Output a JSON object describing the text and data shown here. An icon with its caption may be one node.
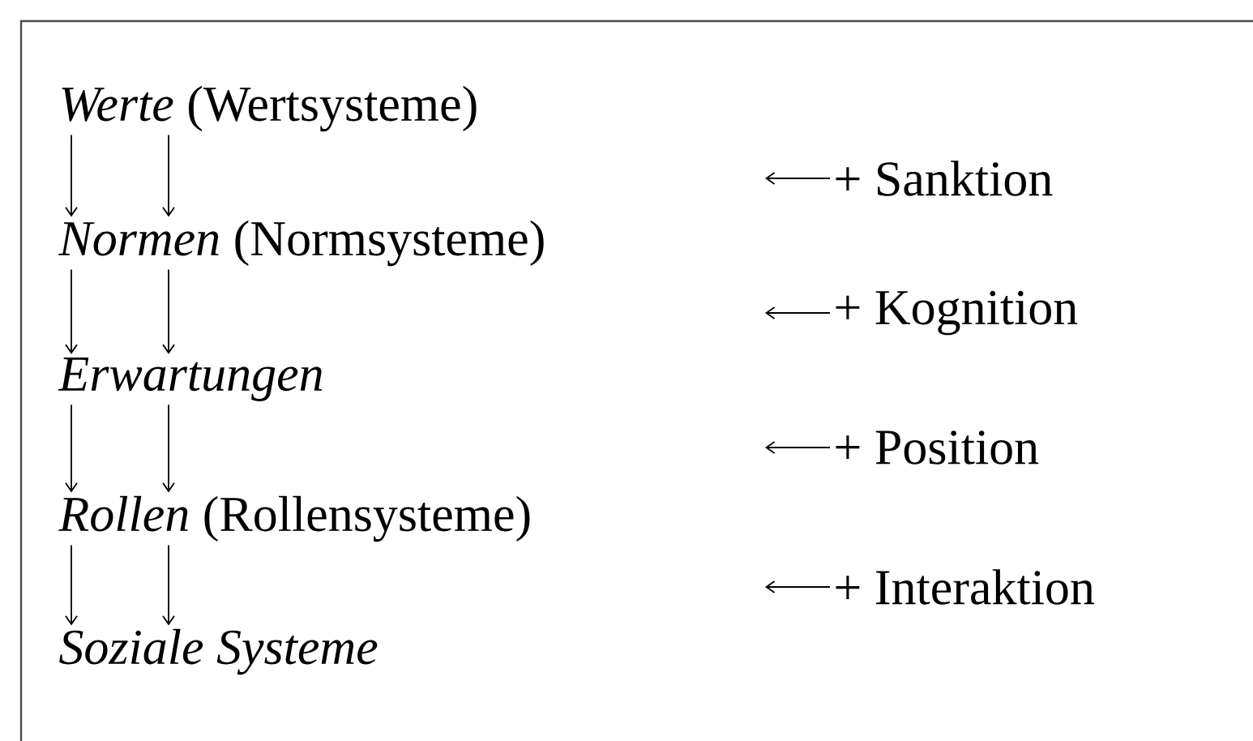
{
  "diagram": {
    "nodes": [
      {
        "text": [
          "*Werte* (Wertsysteme)"
        ]
      },
      {
        "text": [
          "*Normen* (Normsysteme)"
        ]
      },
      {
        "text": [
          "Erwartungen"
        ]
      },
      {
        "text": [
          "*Rollen* (Rollensysteme)"
        ]
      },
      {
        "text": [
          "Soziale Systeme"
        ]
      },
      {
        "text": [
          "+ Sanktion"
        ]
      },
      {
        "text": [
          "+ Kognition"
        ]
      },
      {
        "text": [
          "+ Position"
        ]
      },
      {
        "text": [
          "+ Interaktion"
        ]
      }
    ],
    "edges": [
      {
        "from": 0,
        "to": 1,
        "arrow": "to"
      },
      {
        "from": 0,
        "to": 1,
        "arrow": "to"
      },
      {
        "from": 1,
        "to": 2,
        "arrow": "to"
      },
      {
        "from": 1,
        "to": 2,
        "arrow": "to"
      },
      {
        "from": 2,
        "to": 3,
        "arrow": "to"
      },
      {
        "from": 2,
        "to": 3,
        "arrow": "to"
      },
      {
        "from": 3,
        "to": 4,
        "arrow": "to"
      },
      {
        "from": 3,
        "to": 4,
        "arrow": "to"
      },
      {
        "from": 5,
        "to": null,
        "arrow": "to"
      },
      {
        "from": 6,
        "to": null,
        "arrow": "to"
      },
      {
        "from": 7,
        "to": null,
        "arrow": "to"
      },
      {
        "from": 8,
        "to": null,
        "arrow": "to"
      }
    ]
  }
}
